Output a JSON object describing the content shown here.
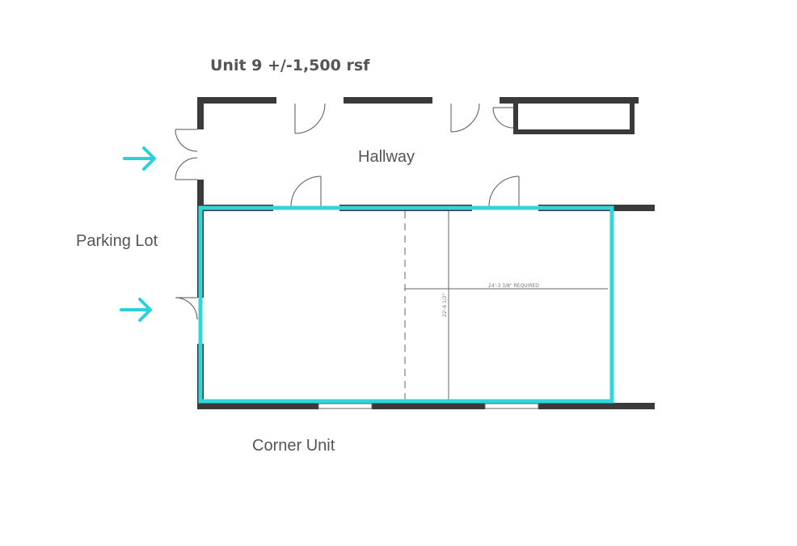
{
  "title": "Unit 9 +/-1,500 rsf",
  "labels": {
    "hallway": "Hallway",
    "parking_lot": "Parking Lot",
    "corner_unit": "Corner Unit"
  },
  "dimensions": {
    "width": "24'-3 3/8\" REQUIRED",
    "depth": "22'-6 1/2\""
  },
  "colors": {
    "highlight": "#2fd6dc",
    "arrow": "#29d1dc",
    "wall": "#3a3a3a"
  },
  "icons": [
    "entry-arrow-icon"
  ]
}
